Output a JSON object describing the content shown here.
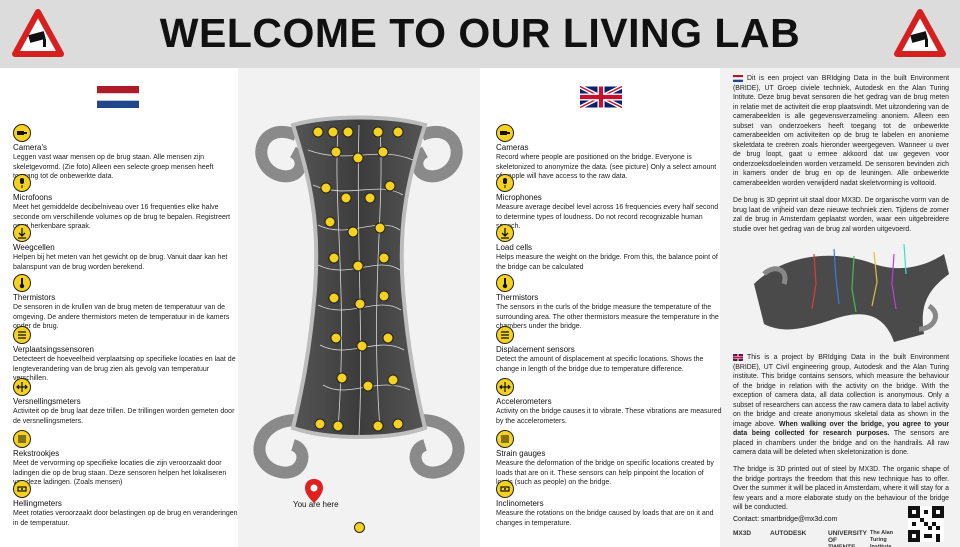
{
  "header": {
    "title": "WELCOME TO OUR LIVING LAB",
    "warning_icon": "camera-warning-triangle-icon",
    "colors": {
      "band": "#dcdcdc",
      "warning_red": "#d6201f",
      "sensor_yellow": "#f4d21f"
    }
  },
  "nl": {
    "flag": "netherlands-flag",
    "sensors": [
      {
        "icon": "camera-icon",
        "title": "Camera's",
        "text": "Leggen vast waar mensen op de brug staan. Alle mensen zijn skeletgevormd. (Zie foto) Alleen een selecte groep mensen heeft toegang tot de onbewerkte data."
      },
      {
        "icon": "microphone-icon",
        "title": "Microfoons",
        "text": "Meet het gemiddelde decibelniveau over 16 frequenties elke halve seconde om verschillende volumes op de brug te bepalen. Registreert geen herkenbare spraak."
      },
      {
        "icon": "load-cell-icon",
        "title": "Weegcellen",
        "text": "Helpen bij het meten van het gewicht op de brug. Vanuit daar kan het balanspunt van de brug worden berekend."
      },
      {
        "icon": "thermometer-icon",
        "title": "Thermistors",
        "text": "De sensoren in de krullen van de brug meten de temperatuur van de omgeving. De andere thermistors meten de temperatuur in de kamers onder de brug."
      },
      {
        "icon": "displacement-icon",
        "title": "Verplaatsingssensoren",
        "text": "Detecteert de hoeveelheid verplaatsing op specifieke locaties en laat de lengteverandering van de brug zien als gevolg van temperatuur verschillen."
      },
      {
        "icon": "accelerometer-icon",
        "title": "Versnellingsmeters",
        "text": "Activiteit op de brug laat deze trillen. De trillingen worden gemeten door de versnellingsmeters."
      },
      {
        "icon": "strain-gauge-icon",
        "title": "Rekstrookjes",
        "text": "Meet de vervorming op specifieke locaties die zijn veroorzaakt door ladingen die op de brug staan. Deze sensoren helpen het lokaliseren van deze ladingen. (Zoals mensen)"
      },
      {
        "icon": "inclinometer-icon",
        "title": "Hellingmeters",
        "text": "Meet rotaties veroorzaakt door belastingen op de brug en veranderingen in de temperatuur."
      }
    ]
  },
  "en": {
    "flag": "united-kingdom-flag",
    "sensors": [
      {
        "icon": "camera-icon",
        "title": "Cameras",
        "text": "Record where people are positioned on the bridge. Everyone is skeletonized to anonymize the data. (see picture) Only a select amount of people will have access to the raw data."
      },
      {
        "icon": "microphone-icon",
        "title": "Microphones",
        "text": "Measure average decibel level across 16 frequencies every half second to determine types of loudness. Do not record recognizable human speech."
      },
      {
        "icon": "load-cell-icon",
        "title": "Load cells",
        "text": "Helps measure the weight on the bridge. From this, the balance point of the bridge can be calculated"
      },
      {
        "icon": "thermometer-icon",
        "title": "Thermistors",
        "text": "The sensors in the curls of the bridge measure the temperature of the surrounding area. The other thermistors measure the temperature in the chambers under the bridge."
      },
      {
        "icon": "displacement-icon",
        "title": "Displacement sensors",
        "text": "Detect the amount of displacement at specific locations. Shows the change in length of the bridge due to temperature difference."
      },
      {
        "icon": "accelerometer-icon",
        "title": "Accelerometers",
        "text": "Activity on the bridge causes it to vibrate. These vibrations are measured by the accelerometers."
      },
      {
        "icon": "strain-gauge-icon",
        "title": "Strain gauges",
        "text": "Measure the deformation of the bridge on specific locations created by loads that are on it. These sensors can help pinpoint the location of loads (such as people) on the bridge."
      },
      {
        "icon": "inclinometer-icon",
        "title": "Inclinometers",
        "text": "Measure the rotations on the bridge caused by loads that are on it and changes in temperature."
      }
    ]
  },
  "map": {
    "here_label": "You are here",
    "pin_icon": "location-pin-icon"
  },
  "info": {
    "nl_p1": "Dit is een project van BRIdging Data in the built Environment (BRIDE), UT Groep civiele techniek, Autodesk en the Alan Turing Intitute. Deze brug bevat sensoren die het gedrag van de brug meten in relatie met de activiteit die erop plaatsvindt. Met uitzondering van de camerabeelden is alle gegevensverzameling anoniem. Alleen een subset van onderzoekers heeft toegang tot de onbewerkte camerabeelden om activiteiten op de brug te labelen en anonieme skeletdata te creëren zoals hieronder weergegeven. Wanneer u over de brug loopt, gaat u ermee akkoord dat uw gegeven voor onderzoeksdoeleinden worden verzameld. De sensoren bevinden zich in kamers onder de brug en op de leuningen. Alle onbewerkte camerabeelden worden verwijderd nadat skeletvorming is voltooid.",
    "nl_p2": "De brug is 3D geprint uit staal door MX3D. De organische vorm van de brug laat de vrijheid van deze nieuwe techniek zien. Tijdens de zomer zal de brug in Amsterdam geplaatst worden, waar een uitgebreidere studie over het gedrag van de brug zal worden uitgevoerd.",
    "en_p1_a": "This is a project by BRIdging Data in the built Environment (BRIDE), UT Civil engineering group, Autodesk and the Alan Turing institute. This bridge contains sensors, which measure the behaviour of the bridge in relation with the activity on the bridge. With the exception of camera data, all data collection is anonymous. Only a subset of researchers can access the raw camera data to label activity on the bridge and create anonymous skeletal data as shown in the image above.",
    "en_p1_bold": "When walking over the bridge, you agree to your data being collected for research purposes.",
    "en_p1_b": "The sensors are placed in chambers under the bridge and on the handrails. All raw camera data will be deleted when skeletonization is done.",
    "en_p2": "The bridge is 3D printed out of steel by MX3D. The organic shape of the bridge portrays the freedom that this new technique has to offer. Over the summer it will be placed in Amsterdam, where it will stay for a few years and a more elaborate study on the behaviour of the bridge will be conducted.",
    "contact": "Contact: smartbridge@mx3d.com",
    "logos": [
      "MX3D",
      "AUTODESK",
      "UNIVERSITY OF TWENTE.",
      "The Alan Turing Institute"
    ],
    "qr_icon": "qr-code-icon"
  }
}
